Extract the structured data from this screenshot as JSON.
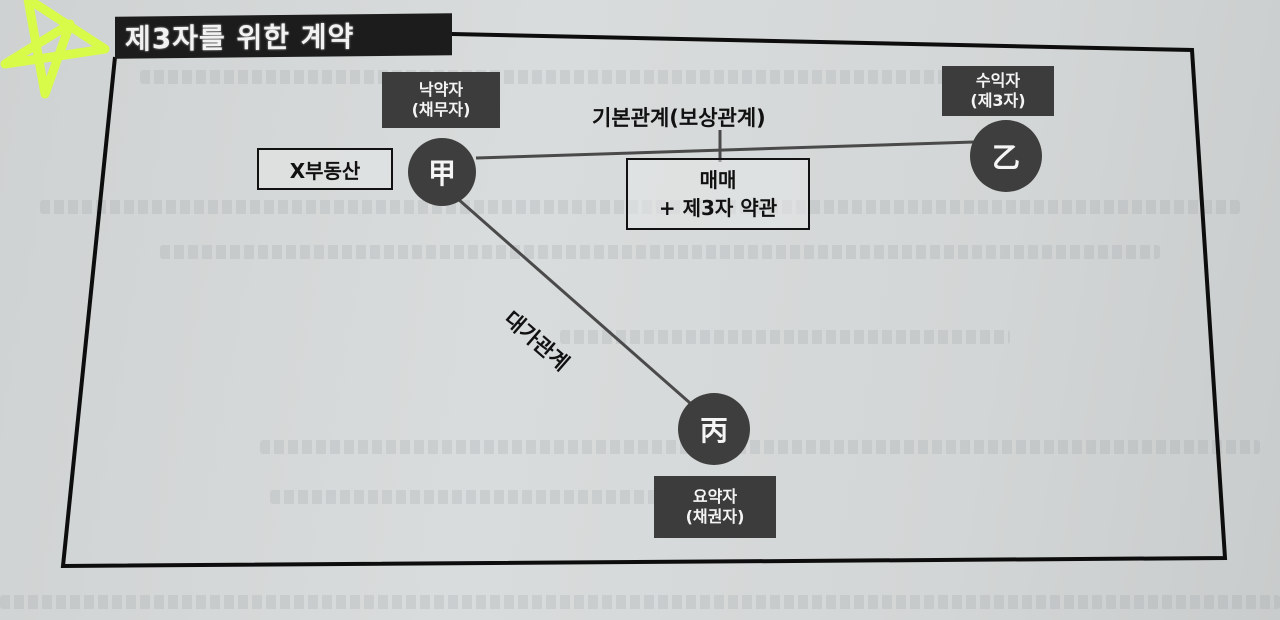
{
  "diagram": {
    "title": "제3자를 위한 계약",
    "parties": {
      "promisor": {
        "role": "낙약자",
        "alt_role": "(채무자)",
        "symbol": "甲"
      },
      "beneficiary": {
        "role": "수익자",
        "alt_role": "(제3자)",
        "symbol": "乙"
      },
      "promisee": {
        "role": "요약자",
        "alt_role": "(채권자)",
        "symbol": "丙"
      }
    },
    "object_label": "X부동산",
    "relations": {
      "basic": "기본관계(보상관계)",
      "consideration": "대가관계"
    },
    "contract_box": {
      "line1": "매매",
      "line2": "+ 제3자 약관"
    },
    "colors": {
      "dark_fill": "#3e3e3e",
      "title_bg": "#1c1c1c",
      "highlighter": "#d8ff3a",
      "paper": "#d6d9d9"
    }
  }
}
